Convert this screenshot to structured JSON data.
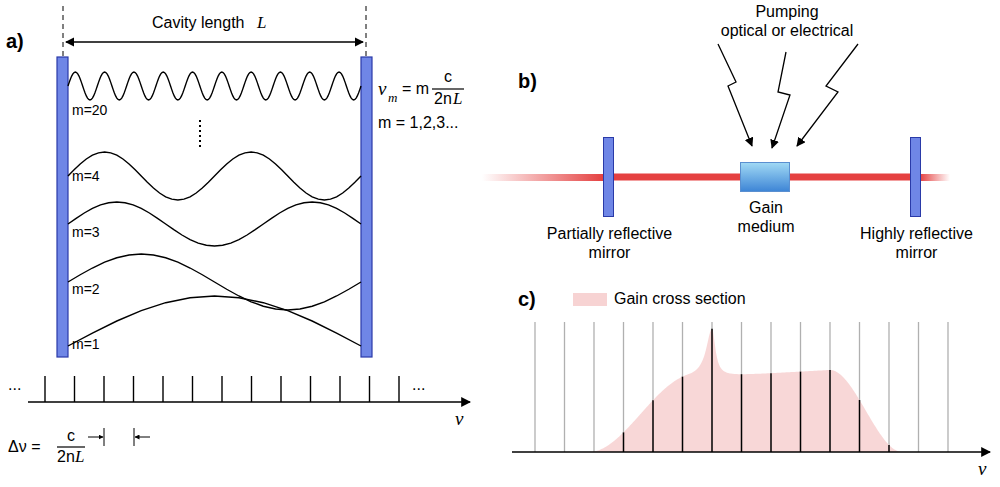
{
  "diagram": {
    "nodes": [
      {
        "text": [
          "Partially reflective mirror"
        ]
      },
      {
        "text": [
          "Gain medium"
        ]
      },
      {
        "text": [
          "Highly reflective mirror"
        ]
      }
    ],
    "edges": [
      {
        "from": 0,
        "to": 1,
        "arrow": "none"
      },
      {
        "from": 1,
        "to": 2,
        "arrow": "none"
      }
    ],
    "labels": [
      "a)",
      "Cavity length",
      "L",
      "m=20",
      "m=4",
      "m=3",
      "m=2",
      "m=1",
      "ν",
      "m",
      "= m",
      "c",
      "2n",
      "L",
      "m = 1,2,3...",
      "...",
      "...",
      "Δν =",
      "c",
      "2n",
      "L",
      "ν",
      "b)",
      "Pumping",
      "optical or electrical",
      "c)",
      "ν"
    ],
    "legend": [
      {
        "text": "Gain cross section",
        "color": "#f7d3d3"
      }
    ]
  }
}
